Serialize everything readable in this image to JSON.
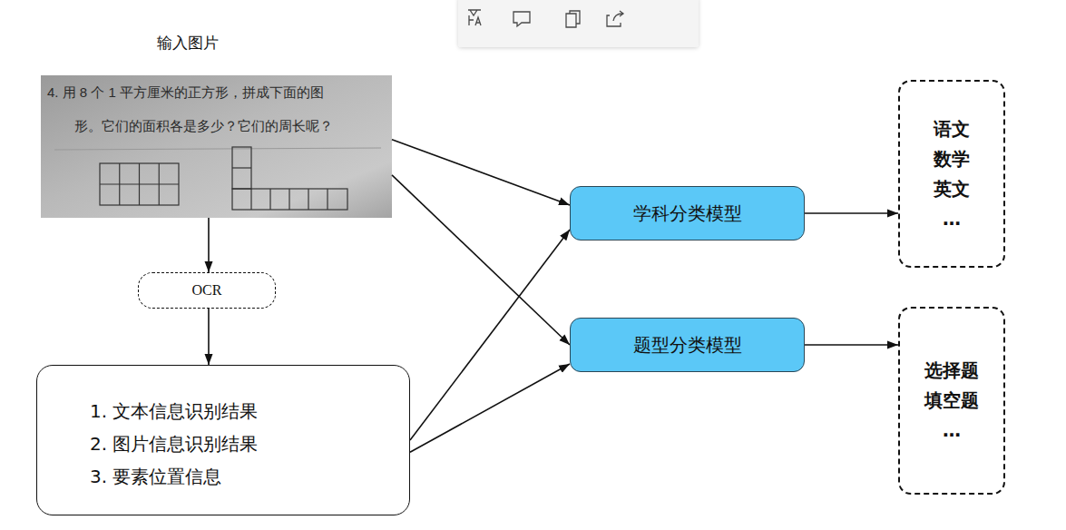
{
  "diagram": {
    "nodes": [
      {
        "text": [
          "输入图片",
          "4. 用 8 个 1 平方厘米的正方形，拼成下面的图",
          "形。它们的面积各是多少？它们的周长呢？"
        ]
      },
      {
        "text": [
          "OCR"
        ]
      },
      {
        "text": [
          "1.  文本信息识别结果",
          "2.  图片信息识别结果",
          "3.  要素位置信息"
        ]
      },
      {
        "text": [
          "学科分类模型"
        ]
      },
      {
        "text": [
          "题型分类模型"
        ]
      },
      {
        "text": [
          "语文",
          "数学",
          "英文",
          "…"
        ]
      },
      {
        "text": [
          "选择题",
          "填空题",
          "…"
        ]
      }
    ],
    "edges": [
      {
        "from": 0,
        "to": 1,
        "arrow": "to"
      },
      {
        "from": 1,
        "to": 2,
        "arrow": "to"
      },
      {
        "from": 0,
        "to": 3,
        "arrow": "to"
      },
      {
        "from": 0,
        "to": 4,
        "arrow": "to"
      },
      {
        "from": 2,
        "to": 3,
        "arrow": "to"
      },
      {
        "from": 2,
        "to": 4,
        "arrow": "to"
      },
      {
        "from": 3,
        "to": 5,
        "arrow": "to"
      },
      {
        "from": 4,
        "to": 6,
        "arrow": "to"
      }
    ]
  }
}
